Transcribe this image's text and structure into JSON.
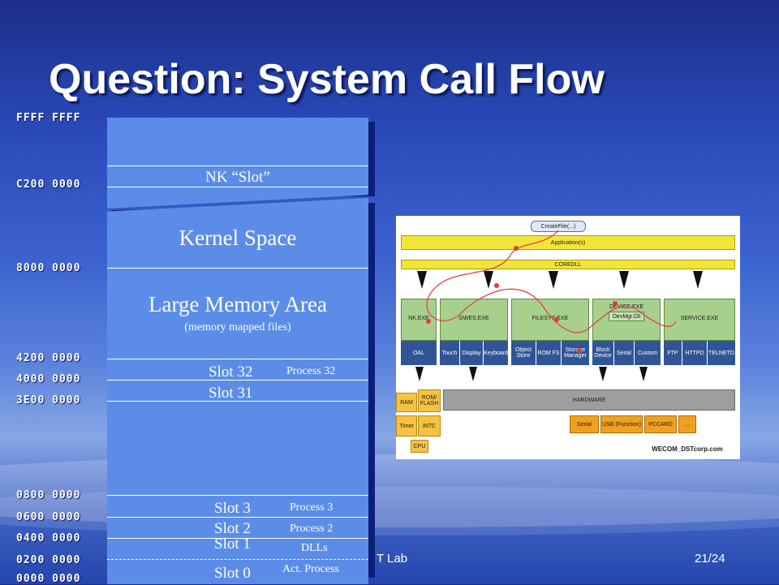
{
  "title": "Question: System Call Flow",
  "addresses": [
    {
      "label": "FFFF FFFF"
    },
    {
      "label": "C200 0000"
    },
    {
      "label": "8000 0000"
    },
    {
      "label": "4200 0000"
    },
    {
      "label": "4000 0000"
    },
    {
      "label": "3E00 0000"
    },
    {
      "label": "0800 0000"
    },
    {
      "label": "0600 0000"
    },
    {
      "label": "0400 0000"
    },
    {
      "label": "0200 0000"
    },
    {
      "label": "0000 0000"
    }
  ],
  "memory_map": {
    "nk_slot": "NK “Slot”",
    "kernel_space": "Kernel Space",
    "large_memory": "Large Memory Area",
    "large_memory_sub": "(memory mapped files)",
    "slot32": "Slot 32",
    "process32": "Process 32",
    "slot31": "Slot 31",
    "slot3": "Slot 3",
    "process3": "Process 3",
    "slot2": "Slot 2",
    "process2": "Process 2",
    "slot1": "Slot 1",
    "dlls": "DLLs",
    "slot0": "Slot 0",
    "act_process": "Act. Process"
  },
  "footer": {
    "lab": "T Lab",
    "page": "21/24"
  },
  "architecture": {
    "callout": "CreateFile(...)",
    "applications": "Application(s)",
    "coredll": "COREDLL",
    "nk": "NK.EXE",
    "gwes": "GWES.EXE",
    "filesys": "FILESYS.EXE",
    "device": "DEVICE.EXE",
    "devmgr": "DevMgr.Dll",
    "service": "SERVICE.EXE",
    "oal": "OAL",
    "touch": "Touch",
    "display": "Display",
    "keyboard": "Keyboard",
    "object_store": "Object Store",
    "rom_fs": "ROM FS",
    "storage_manager": "Storage Manager",
    "block_device": "Block Device",
    "serial": "Serial",
    "custom": "Custom",
    "ftp": "FTP",
    "httpd": "HTTPD",
    "telnetd": "TELNETD",
    "ram": "RAM",
    "rom_flash": "ROM/ FLASH",
    "timer": "Timer",
    "intc": "INTC",
    "cpu": "CPU",
    "hardware": "HARDWARE",
    "hw_serial": "Serial",
    "usb": "USB (Function)",
    "pccard": "PCCARD",
    "more": "...",
    "credit": "WECOM_DSTcorp.com"
  }
}
